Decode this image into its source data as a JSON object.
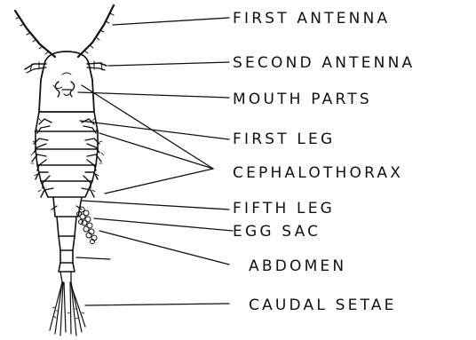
{
  "labels": {
    "first_antenna": "FIRST ANTENNA",
    "second_antenna": "SECOND ANTENNA",
    "mouth_parts": "MOUTH PARTS",
    "first_leg": "FIRST LEG",
    "cephalothorax": "CEPHALOTHORAX",
    "fifth_leg": "FIFTH LEG",
    "egg_sac": "EGG SAC",
    "abdomen": "ABDOMEN",
    "caudal_setae": "CAUDAL SETAE"
  },
  "colors": {
    "ink": "#111111",
    "background": "#ffffff"
  }
}
